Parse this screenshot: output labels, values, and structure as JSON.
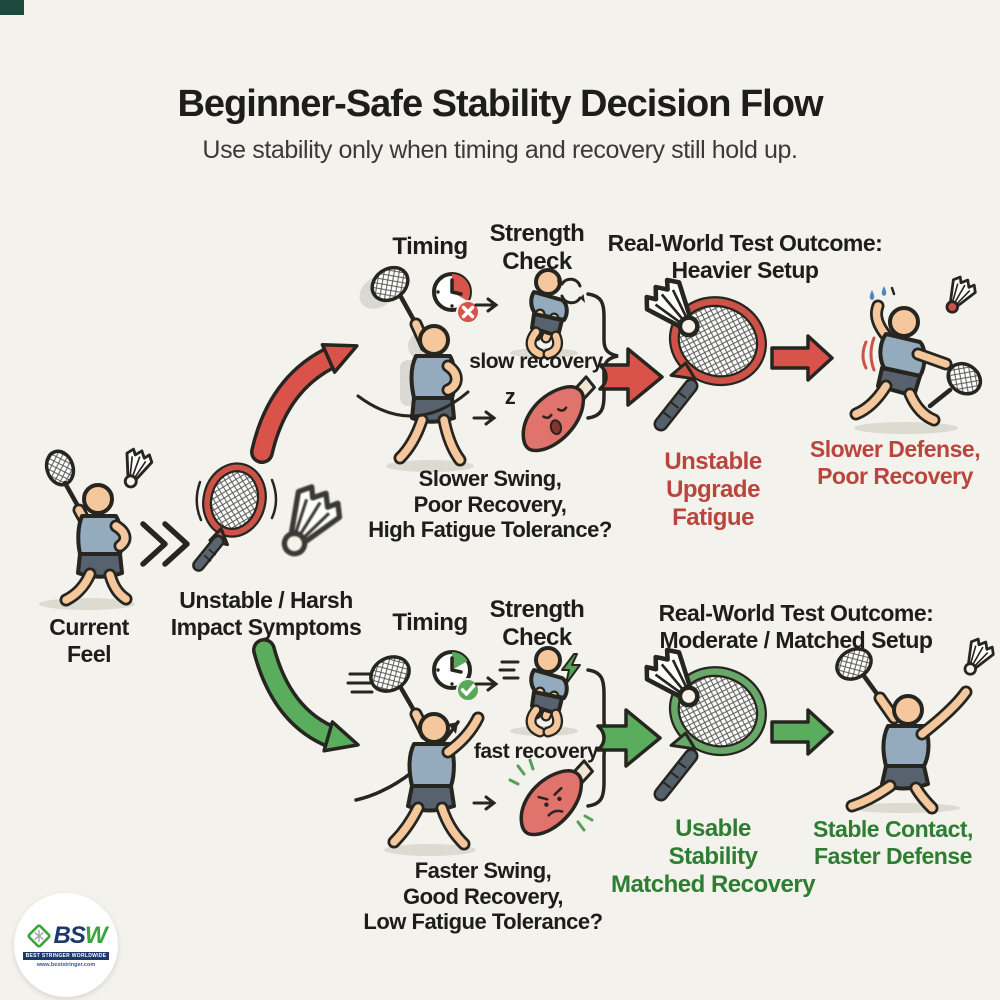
{
  "header": {
    "title": "Beginner-Safe Stability Decision Flow",
    "subtitle": "Use stability only when timing and recovery still hold up."
  },
  "start": {
    "current_feel": "Current\nFeel",
    "symptoms": "Unstable / Harsh\nImpact Symptoms"
  },
  "branch_heavier": {
    "timing": "Timing",
    "strength": "Strength\nCheck",
    "recovery": "slow recovery",
    "sleep": "z",
    "question": "Slower Swing,\nPoor Recovery,\nHigh Fatigue Tolerance?",
    "outcome_title": "Real-World Test Outcome:\nHeavier Setup",
    "outcome": "Unstable\nUpgrade\nFatigue",
    "result": "Slower Defense,\nPoor Recovery"
  },
  "branch_matched": {
    "timing": "Timing",
    "strength": "Strength\nCheck",
    "recovery": "fast recovery",
    "question": "Faster Swing,\nGood Recovery,\nLow Fatigue Tolerance?",
    "outcome_title": "Real-World Test Outcome:\nModerate / Matched Setup",
    "outcome": "Usable\nStability\nMatched Recovery",
    "result": "Stable Contact,\nFaster Defense"
  },
  "logo": {
    "abbr_main": "BS",
    "abbr_accent": "W",
    "tagline": "BEST STRINGER WORLDWIDE",
    "url": "www.beststringer.com"
  },
  "colors": {
    "background": "#f3f2ec",
    "negative": "#d9534b",
    "negative_text": "#b9453c",
    "positive": "#5aad5c",
    "positive_text": "#2e7d32",
    "ink": "#26251f"
  }
}
